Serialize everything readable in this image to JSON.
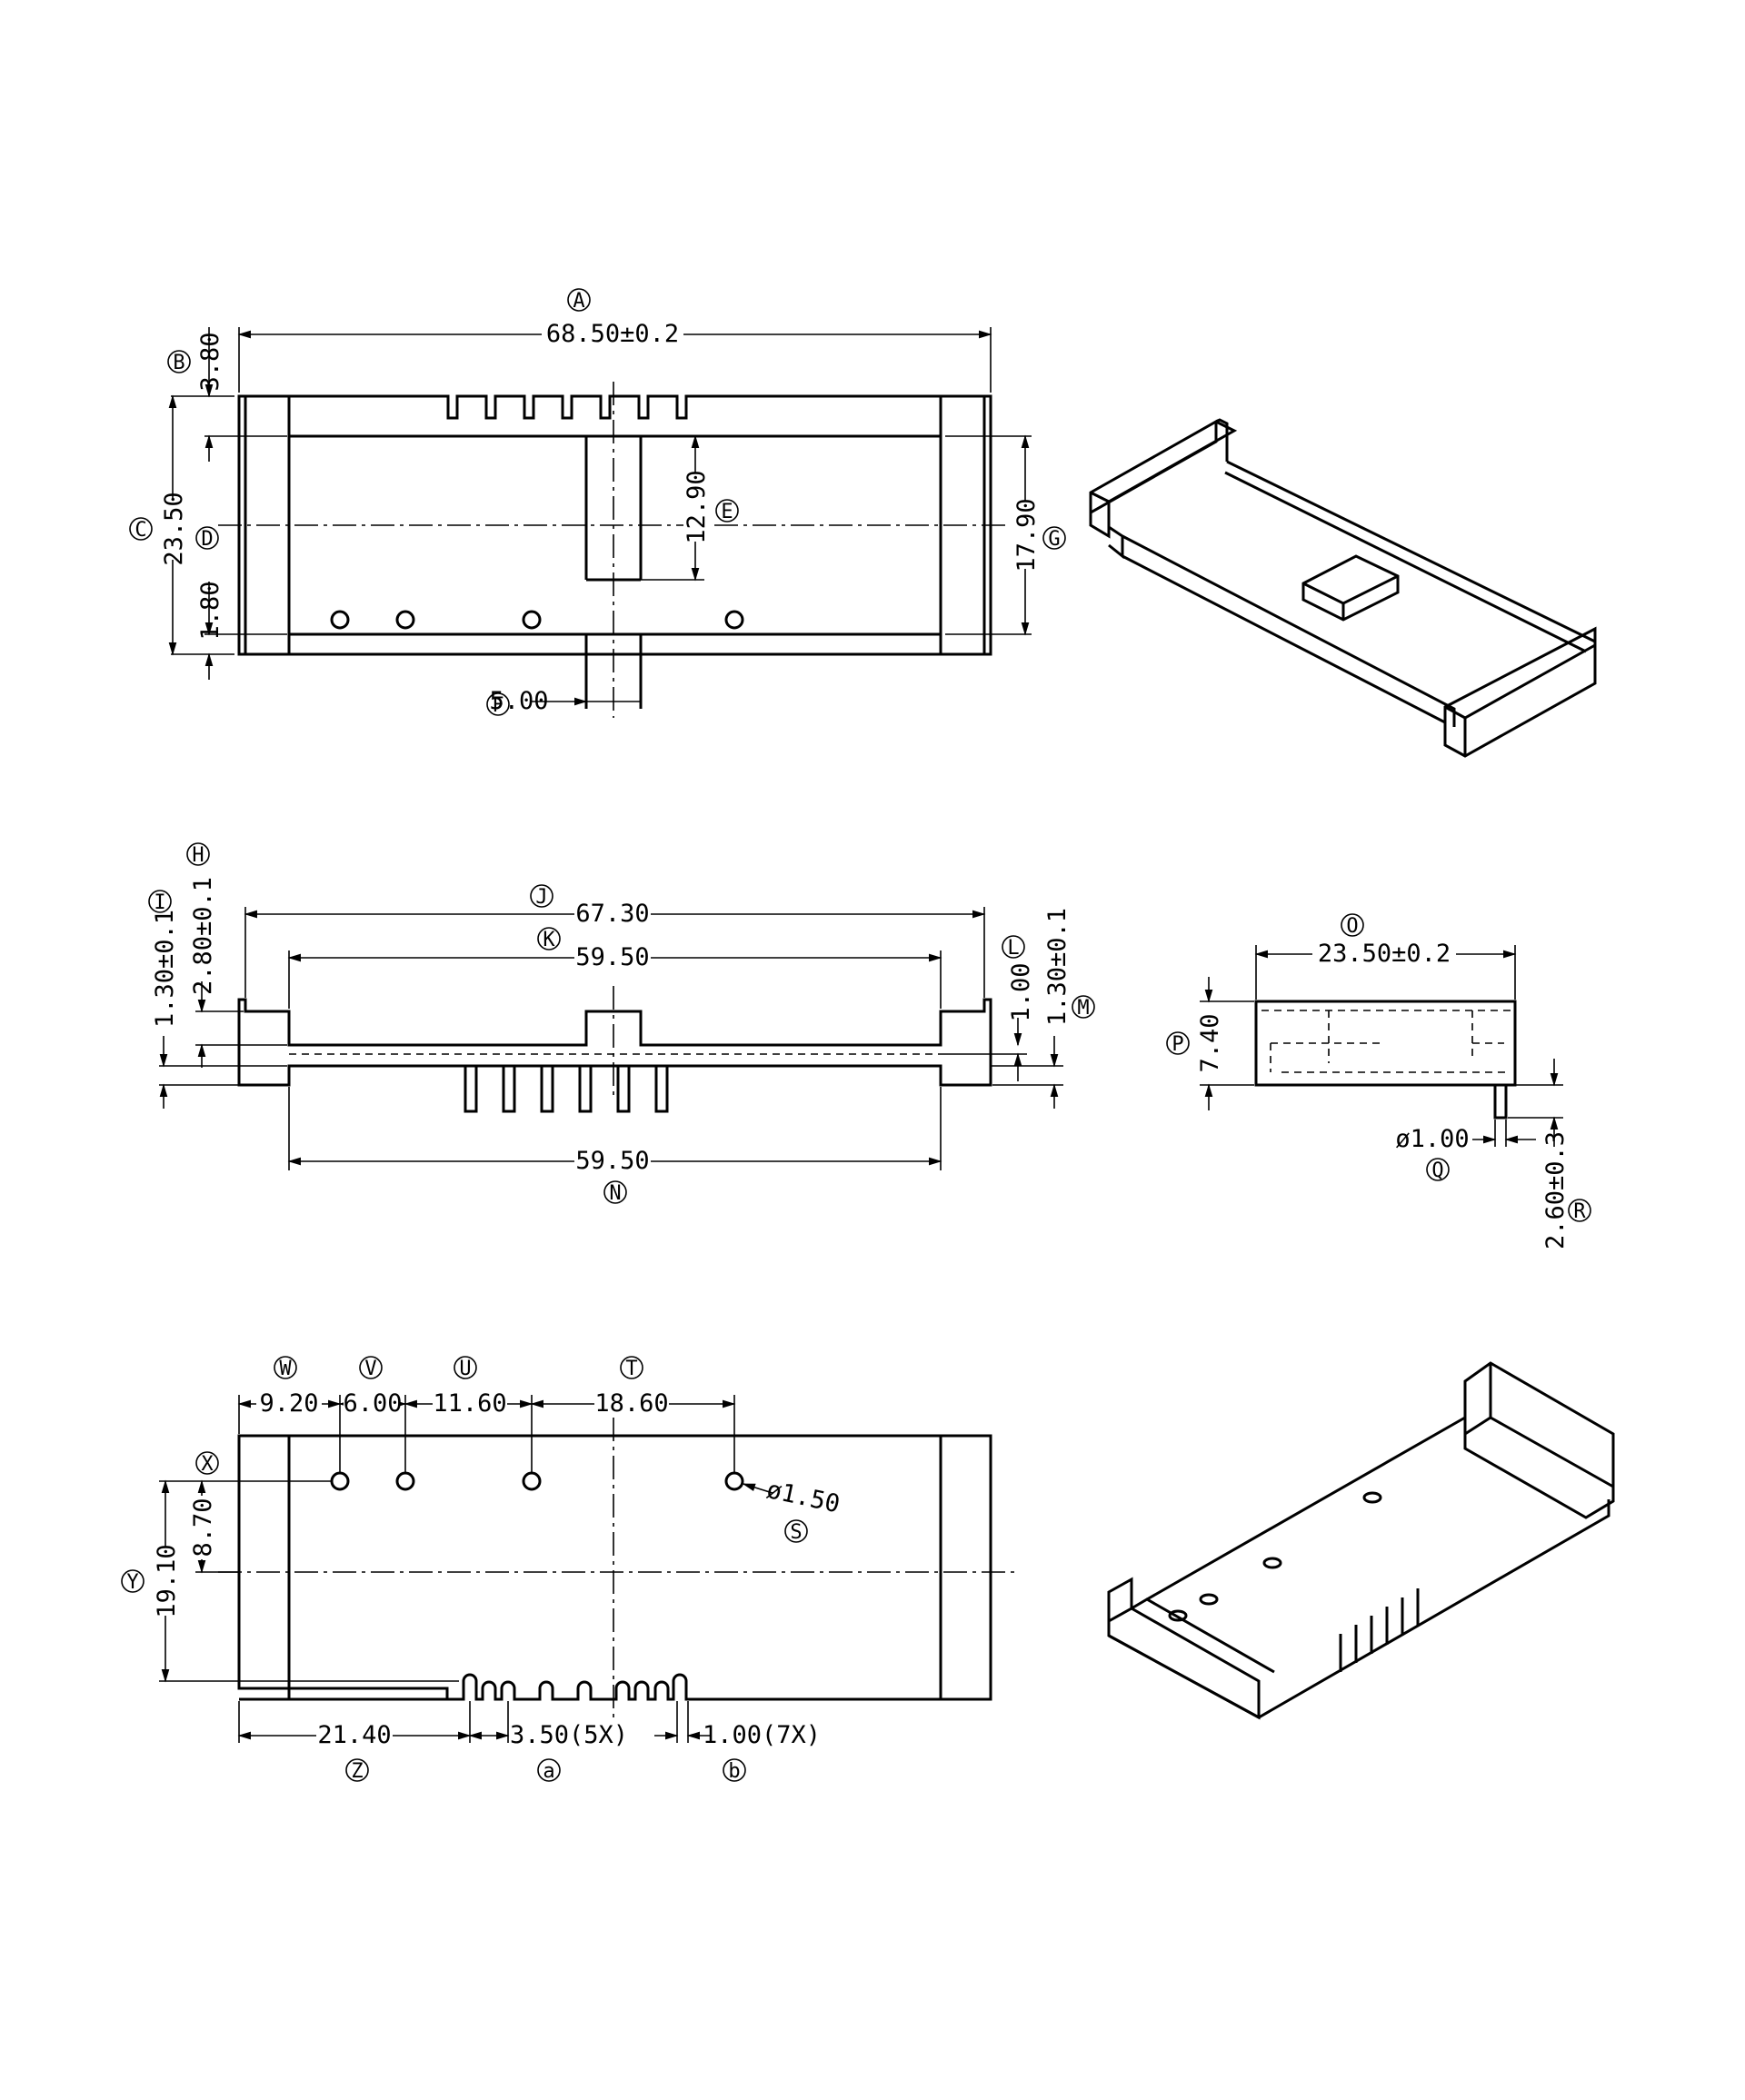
{
  "markers": [
    "A",
    "B",
    "C",
    "D",
    "E",
    "F",
    "G",
    "H",
    "I",
    "J",
    "K",
    "L",
    "M",
    "N",
    "O",
    "P",
    "Q",
    "R",
    "S",
    "T",
    "U",
    "V",
    "W",
    "X",
    "Y",
    "Z",
    "a",
    "b"
  ],
  "top_view": {
    "A": "68.50±0.2",
    "B": "3.80",
    "C": "23.50",
    "D": "1.80",
    "E": "12.90",
    "F": "5.00",
    "G": "17.90"
  },
  "front_view": {
    "H": "2.80±0.1",
    "I": "1.30±0.1",
    "J": "67.30",
    "K": "59.50",
    "L": "1.00",
    "M": "1.30±0.1",
    "N": "59.50"
  },
  "side_view": {
    "O": "23.50±0.2",
    "P": "7.40",
    "Q": "ø1.00",
    "R": "2.60±0.3"
  },
  "bottom_view": {
    "S": "ø1.50",
    "T": "18.60",
    "U": "11.60",
    "V": "6.00",
    "W": "9.20",
    "X": "8.70",
    "Y": "19.10",
    "Z": "21.40",
    "a": "3.50(5X)",
    "b": "1.00(7X)"
  }
}
